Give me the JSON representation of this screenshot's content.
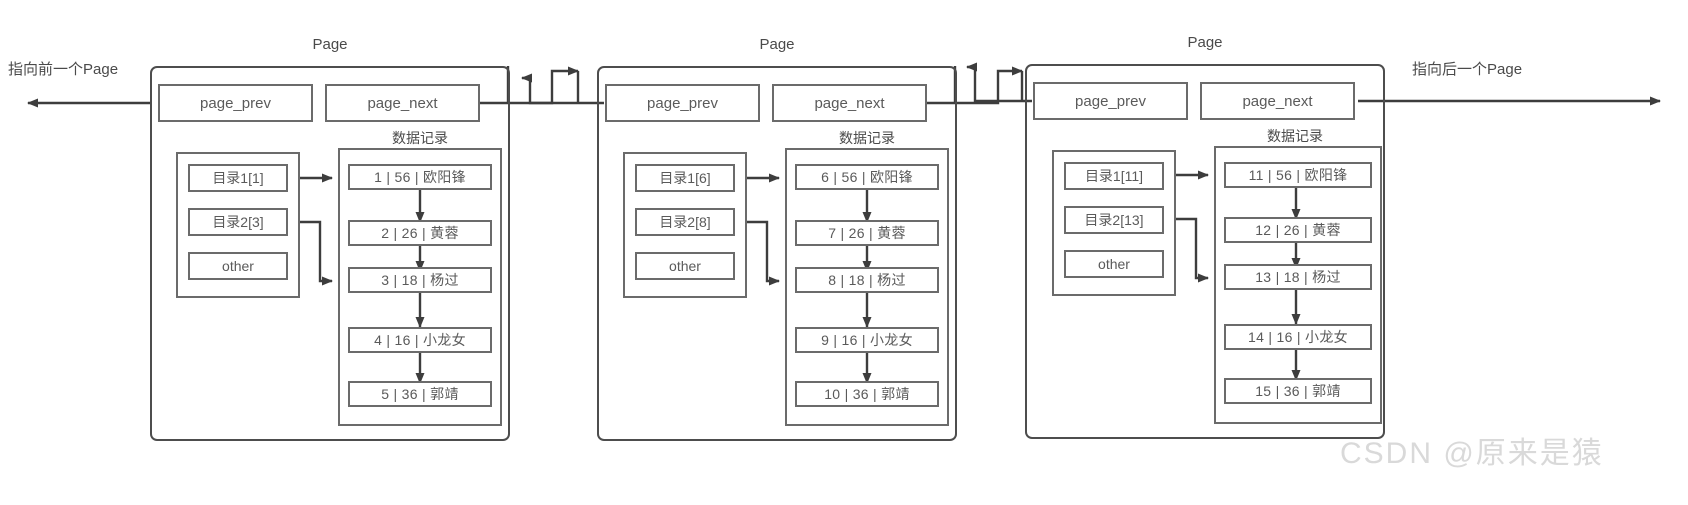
{
  "diagram": {
    "title_label": "Page",
    "left_edge_label": "指向前一个Page",
    "right_edge_label": "指向后一个Page",
    "records_label": "数据记录",
    "watermark": "CSDN @原来是猿",
    "colors": {
      "stroke": "#4d4d4d",
      "box_stroke": "#6b6b6b",
      "text": "#5a5a5a",
      "background": "#ffffff",
      "watermark": "#d9d9d9"
    }
  },
  "pages": [
    {
      "title": "Page",
      "prev_label": "page_prev",
      "next_label": "page_next",
      "records_label": "数据记录",
      "directory": [
        {
          "label": "目录1[1]",
          "target_record": 0
        },
        {
          "label": "目录2[3]",
          "target_record": 2
        },
        {
          "label": "other",
          "target_record": null
        }
      ],
      "records": [
        {
          "id": "1",
          "age": "56",
          "name": "欧阳锋",
          "text": "1 | 56 | 欧阳锋"
        },
        {
          "id": "2",
          "age": "26",
          "name": "黄蓉",
          "text": "2 | 26 | 黄蓉"
        },
        {
          "id": "3",
          "age": "18",
          "name": "杨过",
          "text": "3 | 18 | 杨过"
        },
        {
          "id": "4",
          "age": "16",
          "name": "小龙女",
          "text": "4 | 16 | 小龙女"
        },
        {
          "id": "5",
          "age": "36",
          "name": "郭靖",
          "text": "5 | 36 | 郭靖"
        }
      ]
    },
    {
      "title": "Page",
      "prev_label": "page_prev",
      "next_label": "page_next",
      "records_label": "数据记录",
      "directory": [
        {
          "label": "目录1[6]",
          "target_record": 0
        },
        {
          "label": "目录2[8]",
          "target_record": 2
        },
        {
          "label": "other",
          "target_record": null
        }
      ],
      "records": [
        {
          "id": "6",
          "age": "56",
          "name": "欧阳锋",
          "text": "6 | 56 | 欧阳锋"
        },
        {
          "id": "7",
          "age": "26",
          "name": "黄蓉",
          "text": "7 | 26 | 黄蓉"
        },
        {
          "id": "8",
          "age": "18",
          "name": "杨过",
          "text": "8 | 18 | 杨过"
        },
        {
          "id": "9",
          "age": "16",
          "name": "小龙女",
          "text": "9 | 16 | 小龙女"
        },
        {
          "id": "10",
          "age": "36",
          "name": "郭靖",
          "text": "10 | 36 | 郭靖"
        }
      ]
    },
    {
      "title": "Page",
      "prev_label": "page_prev",
      "next_label": "page_next",
      "records_label": "数据记录",
      "directory": [
        {
          "label": "目录1[11]",
          "target_record": 0
        },
        {
          "label": "目录2[13]",
          "target_record": 2
        },
        {
          "label": "other",
          "target_record": null
        }
      ],
      "records": [
        {
          "id": "11",
          "age": "56",
          "name": "欧阳锋",
          "text": "11 | 56 | 欧阳锋"
        },
        {
          "id": "12",
          "age": "26",
          "name": "黄蓉",
          "text": "12 | 26 | 黄蓉"
        },
        {
          "id": "13",
          "age": "18",
          "name": "杨过",
          "text": "13 | 18 | 杨过"
        },
        {
          "id": "14",
          "age": "16",
          "name": "小龙女",
          "text": "14 | 16 | 小龙女"
        },
        {
          "id": "15",
          "age": "36",
          "name": "郭靖",
          "text": "15 | 36 | 郭靖"
        }
      ]
    }
  ]
}
